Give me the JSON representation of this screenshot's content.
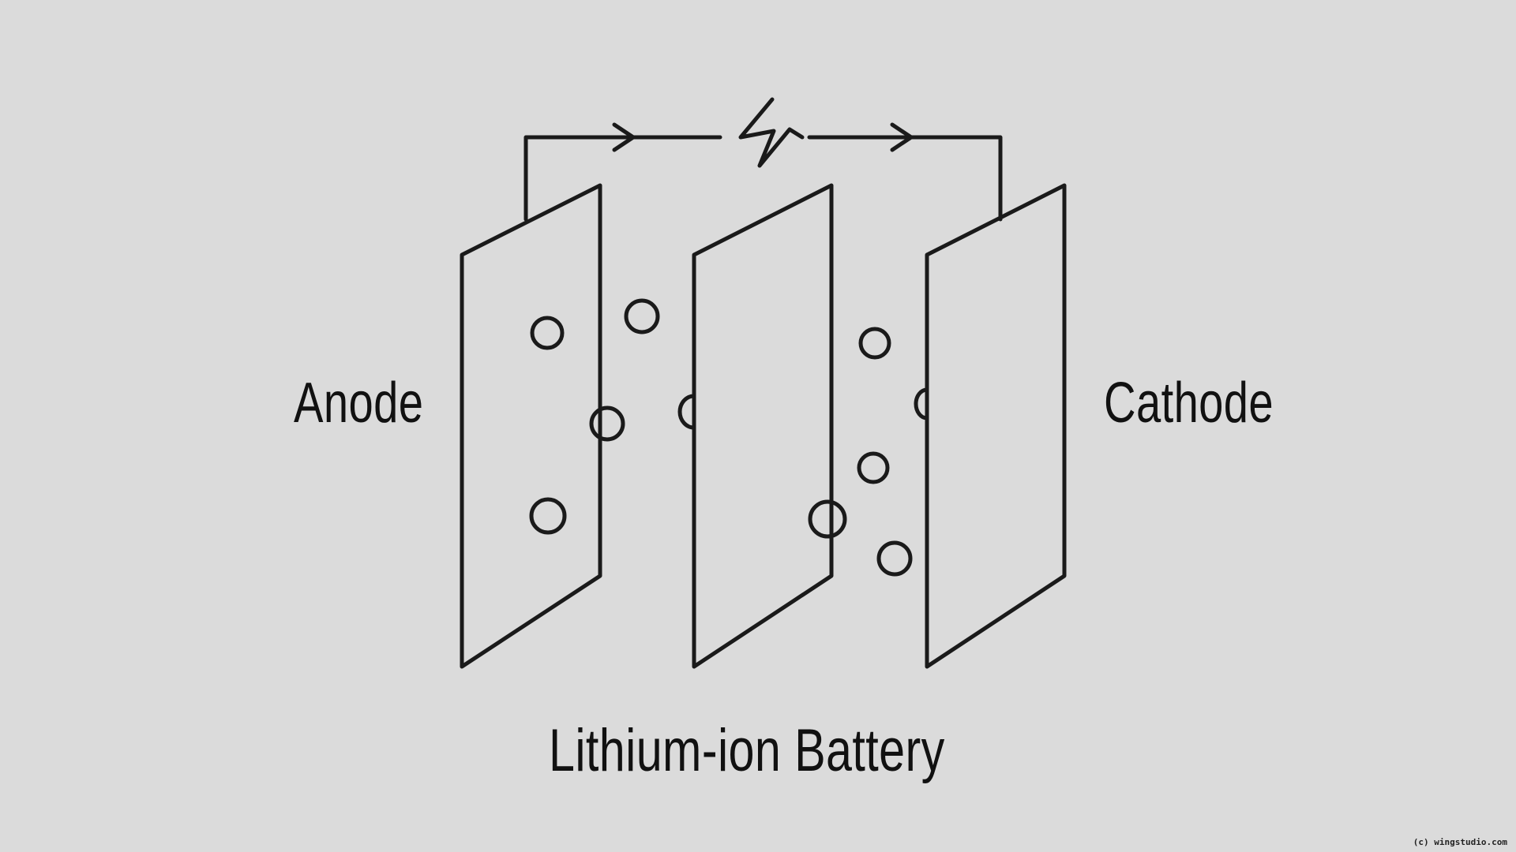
{
  "diagram": {
    "left_label": "Anode",
    "right_label": "Cathode",
    "title": "Lithium-ion Battery"
  },
  "watermark": "(c) wingstudio.com",
  "colors": {
    "background": "#dbdbdb",
    "ink": "#1a1a1a"
  },
  "icons": {
    "circuit_symbol": "lightning-bolt-icon",
    "flow_direction": "arrow-right-icon"
  }
}
